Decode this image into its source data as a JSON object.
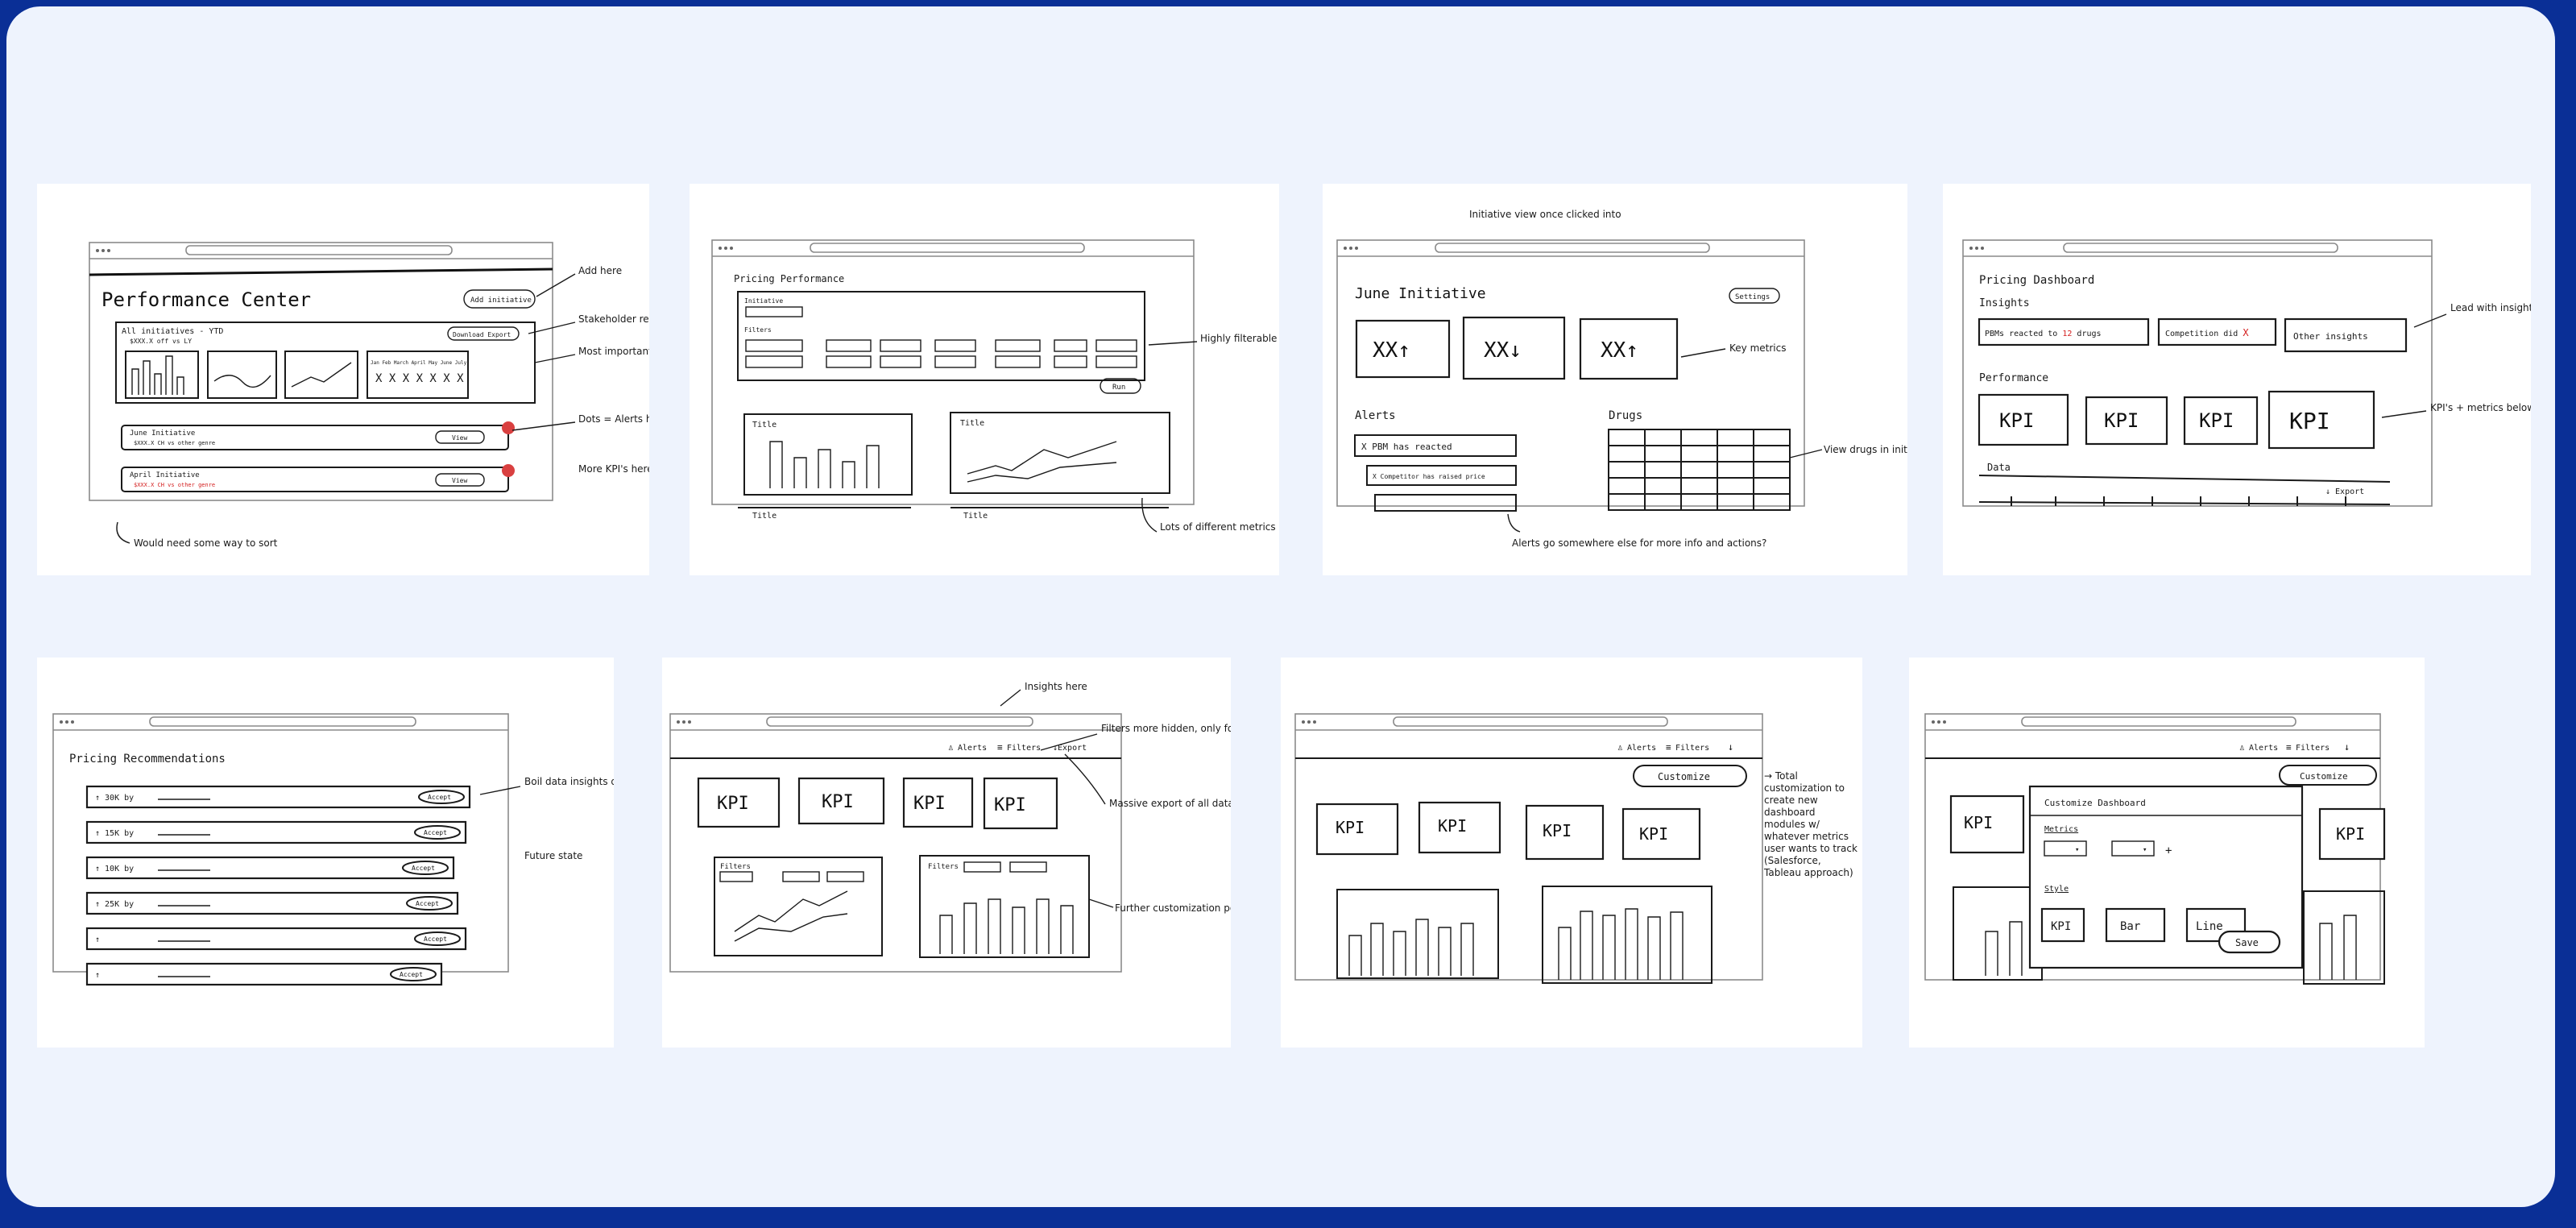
{
  "sketches": [
    {
      "title": "Performance Center",
      "add_button": "Add initiative",
      "summary_label": "All initiatives - YTD",
      "summary_sub": "$XXX.X off vs LY",
      "export_button": "Download Export",
      "months_row": "Jan Feb March April May June July",
      "xs_row": "X X X X X X X",
      "row1_label": "June Initiative",
      "row1_sub": "$XXX.X CH vs other genre",
      "row1_button": "View",
      "row2_label": "April Initiative",
      "row2_sub": "$XXX.X CH vs other genre",
      "row2_button": "View",
      "note_add": "Add here",
      "note_stakeholder": "Stakeholder report",
      "note_metrics": "Most important metrics",
      "note_alerts": "Dots = Alerts here",
      "note_kpi": "More KPI's here",
      "note_sort": "Would need some way to sort"
    },
    {
      "title": "Pricing Performance",
      "initiative_label": "Initiative",
      "filters_label": "Filters",
      "run_button": "Run",
      "chart1_title": "Title",
      "chart2_title": "Title",
      "chart3_title": "Title",
      "chart4_title": "Title",
      "note_filters": "Highly filterable but user can have default settings",
      "note_metrics": "Lots of different metrics and graphs"
    },
    {
      "note_top": "Initiative view once clicked into",
      "title": "June Initiative",
      "settings_button": "Settings",
      "kpi1": "XX↑",
      "kpi2": "XX↓",
      "kpi3": "XX↑",
      "alerts_title": "Alerts",
      "alert1": "X PBM has reacted",
      "alert2": "X Competitor has raised price",
      "drugs_title": "Drugs",
      "note_key": "Key metrics",
      "note_drugs": "View drugs in initiative",
      "note_alerts": "Alerts go somewhere else for more info and actions?"
    },
    {
      "title": "Pricing Dashboard",
      "insights_title": "Insights",
      "insight1_a": "PBMs reacted to",
      "insight1_num": "12",
      "insight1_b": "drugs",
      "insight2_a": "Competition did",
      "insight2_x": "X",
      "insight3": "Other insights",
      "performance_title": "Performance",
      "kpi": [
        "KPI",
        "KPI",
        "KPI",
        "KPI"
      ],
      "data_title": "Data",
      "export_label": "↓ Export",
      "note_lead": "Lead with insights/alerts to be action-oriented",
      "note_kpis": "KPI's + metrics below"
    },
    {
      "title": "Pricing Recommendations",
      "rows": [
        {
          "label": "↑ 30K by",
          "button": "Accept"
        },
        {
          "label": "↑ 15K by",
          "button": "Accept"
        },
        {
          "label": "↑ 10K by",
          "button": "Accept"
        },
        {
          "label": "↑ 25K by",
          "button": "Accept"
        },
        {
          "label": "↑",
          "button": "Accept"
        },
        {
          "label": "↑",
          "button": "Accept"
        }
      ],
      "note_boil": "Boil data insights down into straight pricing recommendations",
      "note_future": "Future state"
    },
    {
      "alerts_label": "Alerts",
      "filters_label": "Filters",
      "export_label": "↓Export",
      "kpi": [
        "KPI",
        "KPI",
        "KPI",
        "KPI"
      ],
      "panel1_filters": "Filters",
      "panel2_filters": "Filters",
      "note_insights": "Insights here",
      "note_filters": "Filters more hidden, only for advanced users",
      "note_export": "Massive export of all data based on filters applied",
      "note_custom": "Further customization potential"
    },
    {
      "alerts_label": "Alerts",
      "filters_label": "Filters",
      "export_label": "↓",
      "customize_button": "Customize",
      "kpi": [
        "KPI",
        "KPI",
        "KPI",
        "KPI"
      ],
      "note_total": "→ Total customization to create new dashboard modules w/ whatever metrics user wants to track (Salesforce, Tableau approach)"
    },
    {
      "alerts_label": "Alerts",
      "filters_label": "Filters",
      "export_label": "↓",
      "customize_button": "Customize",
      "kpi": [
        "KPI",
        "KPI"
      ],
      "modal_title": "Customize Dashboard",
      "metrics_label": "Metrics",
      "plus": "+",
      "style_label": "Style",
      "style_kpi": "KPI",
      "style_bar": "Bar",
      "style_line": "Line",
      "save_button": "Save"
    }
  ]
}
